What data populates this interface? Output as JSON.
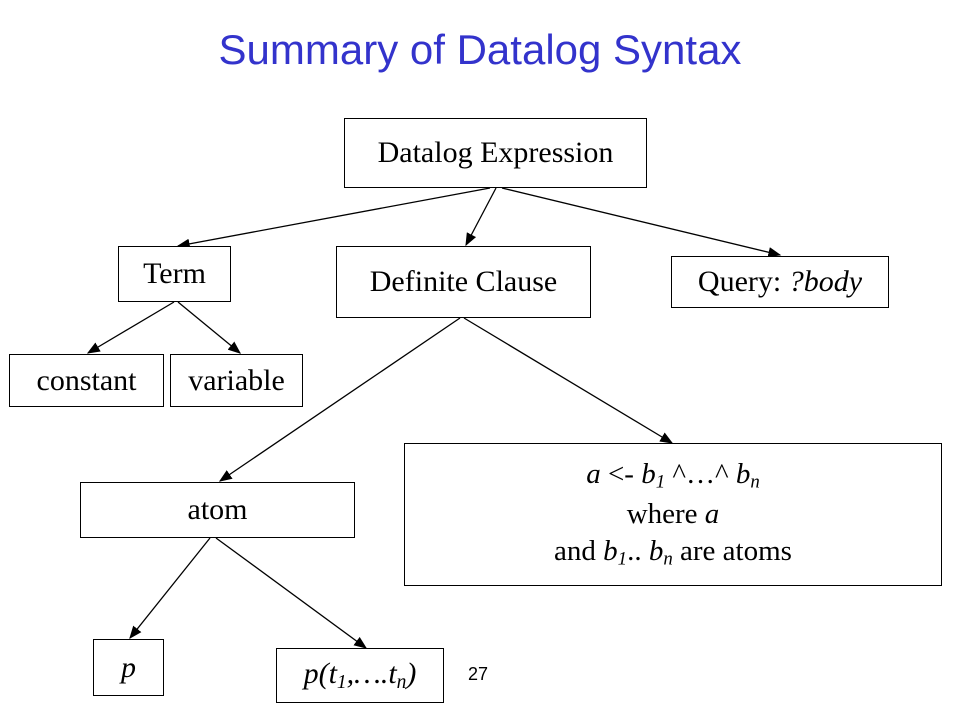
{
  "title": "Summary of Datalog Syntax",
  "page_number": "27",
  "nodes": {
    "root": "Datalog Expression",
    "term": "Term",
    "definite_clause": "Definite Clause",
    "query": {
      "prefix": "Query: ",
      "body": "?body"
    },
    "constant": "constant",
    "variable": "variable",
    "atom": "atom",
    "rule": {
      "line1": {
        "a": "a",
        "arrow": " <- ",
        "b1": "b",
        "s1": "1",
        "mid": " ^…^ ",
        "bn": "b",
        "sn": "n"
      },
      "line2": {
        "prefix": "where ",
        "a": "a"
      },
      "line3": {
        "prefix": "and ",
        "b1": "b",
        "s1": "1",
        "mid": ".. ",
        "bn": "b",
        "sn": "n",
        "suffix": " are atoms"
      }
    },
    "p": "p",
    "p_terms": {
      "p": "p(t",
      "s1": "1",
      "mid": ",….t",
      "sn": "n",
      "close": ")"
    }
  }
}
